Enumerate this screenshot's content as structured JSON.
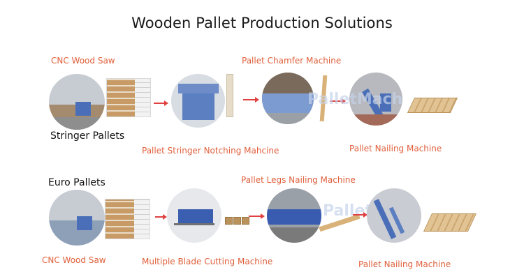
{
  "title": "Wooden Pallet Production Solutions",
  "rows": [
    {
      "category": "Stringer Pallets",
      "steps": [
        {
          "label": "CNC Wood Saw",
          "image": "cnc-wood-saw-photo"
        },
        {
          "label": "Pallet Stringer Notching Mahcine",
          "image": "stringer-notching-machine-photo"
        },
        {
          "label": "Pallet Chamfer Machine",
          "image": "chamfer-machine-photo"
        },
        {
          "label": "Pallet Nailing Machine",
          "image": "nailing-machine-photo"
        }
      ],
      "products": [
        "lumber-stack",
        "notched-stringer",
        "chamfered-stringer",
        "stringer-pallet"
      ]
    },
    {
      "category": "Euro Pallets",
      "steps": [
        {
          "label": "CNC Wood Saw",
          "image": "cnc-wood-saw-photo"
        },
        {
          "label": "Multiple Blade Cutting Machine",
          "image": "multi-blade-cutting-machine-photo"
        },
        {
          "label": "Pallet Legs Nailing Machine",
          "image": "legs-nailing-machine-photo"
        },
        {
          "label": "Pallet Nailing Machine",
          "image": "nailing-machine-photo"
        }
      ],
      "products": [
        "lumber-stack",
        "wood-blocks",
        "pallet-leg",
        "euro-pallet"
      ]
    }
  ],
  "watermark": "PalletMach",
  "colors": {
    "label": "#e0603c",
    "arrow": "#e04040",
    "machine_blue": "#4a6fb8"
  }
}
